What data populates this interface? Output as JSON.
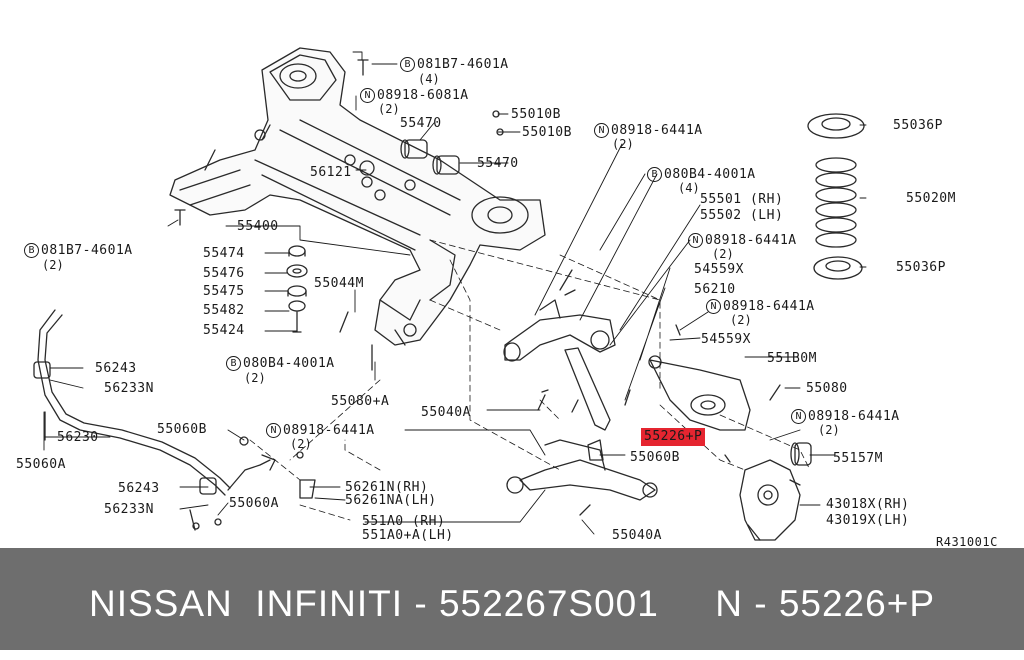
{
  "diagram": {
    "ref_code": "R431001C",
    "highlighted_part": "55226+P",
    "accent_color": "#e52530",
    "labels": {
      "bolt_081B7_4601A_top": {
        "prefix": "B",
        "text": "081B7-4601A",
        "qty": "(4)"
      },
      "nut_08918_6081A": {
        "prefix": "N",
        "text": "08918-6081A",
        "qty": "(2)"
      },
      "p55010B_1": "55010B",
      "p55470_1": "55470",
      "p55010B_2": "55010B",
      "p55470_2": "55470",
      "p56121": "56121",
      "nut_08918_6441A_1": {
        "prefix": "N",
        "text": "08918-6441A",
        "qty": "(2)"
      },
      "bolt_080B4_4001A_1": {
        "prefix": "B",
        "text": "080B4-4001A",
        "qty": "(4)"
      },
      "p55501": "55501 (RH)",
      "p55502": "55502 (LH)",
      "nut_08918_6441A_2": {
        "prefix": "N",
        "text": "08918-6441A",
        "qty": "(2)"
      },
      "p54559X_1": "54559X",
      "p56210": "56210",
      "nut_08918_6441A_3": {
        "prefix": "N",
        "text": "08918-6441A",
        "qty": "(2)"
      },
      "p54559X_2": "54559X",
      "p551B0M": "551B0M",
      "p55080": "55080",
      "nut_08918_6441A_4": {
        "prefix": "N",
        "text": "08918-6441A",
        "qty": "(2)"
      },
      "p55157M": "55157M",
      "p55036P_1": "55036P",
      "p55020M": "55020M",
      "p55036P_2": "55036P",
      "p55400": "55400",
      "bolt_081B7_4601A_left": {
        "prefix": "B",
        "text": "081B7-4601A",
        "qty": "(2)"
      },
      "p55474": "55474",
      "p55476": "55476",
      "p55475": "55475",
      "p55482": "55482",
      "p55424": "55424",
      "p55044M": "55044M",
      "bolt_080B4_4001A_2": {
        "prefix": "B",
        "text": "080B4-4001A",
        "qty": "(2)"
      },
      "p55080_A": "55080+A",
      "p55040A_1": "55040A",
      "p56243_1": "56243",
      "p56233N_1": "56233N",
      "p56230": "56230",
      "p55060A_1": "55060A",
      "p55060B_1": "55060B",
      "nut_08918_6441A_5": {
        "prefix": "N",
        "text": "08918-6441A",
        "qty": "(2)"
      },
      "p55060B_2": "55060B",
      "p56261N": "56261N(RH)",
      "p56261NA": "56261NA(LH)",
      "p56243_2": "56243",
      "p56233N_2": "56233N",
      "p55060A_2": "55060A",
      "p551A0": "551A0 (RH)",
      "p551A0A": "551A0+A(LH)",
      "p55040A_2": "55040A",
      "p43018X": "43018X(RH)",
      "p43019X": "43019X(LH)"
    }
  },
  "footer": {
    "text": "NISSAN  INFINITI - 552267S001     N - 55226+P"
  }
}
